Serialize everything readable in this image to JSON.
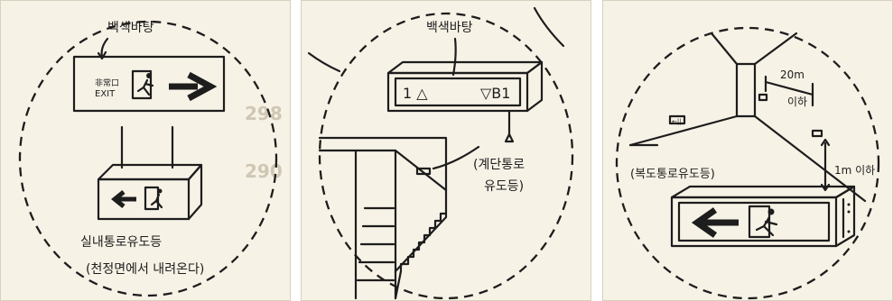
{
  "panels": [
    {
      "label_top": "백색바탕",
      "sign_small_text": "非常口",
      "sign_exit": "EXIT",
      "caption_line1": "실내통로유도등",
      "caption_line2": "(천정면에서 내려온다)",
      "bg_number_1": "298",
      "bg_number_2": "290"
    },
    {
      "label_top": "백색바탕",
      "sign_left": "1 △",
      "sign_right": "▽B1",
      "caption_line1": "(계단통로",
      "caption_line2": "유도등)"
    },
    {
      "label_dist": "20m",
      "label_below": "이하",
      "label_height": "1m 이하",
      "caption": "(복도통로유도등)",
      "wall_sign": "←||"
    }
  ],
  "colors": {
    "paper": "#f7f2e6",
    "ink": "#1d1d1d"
  }
}
